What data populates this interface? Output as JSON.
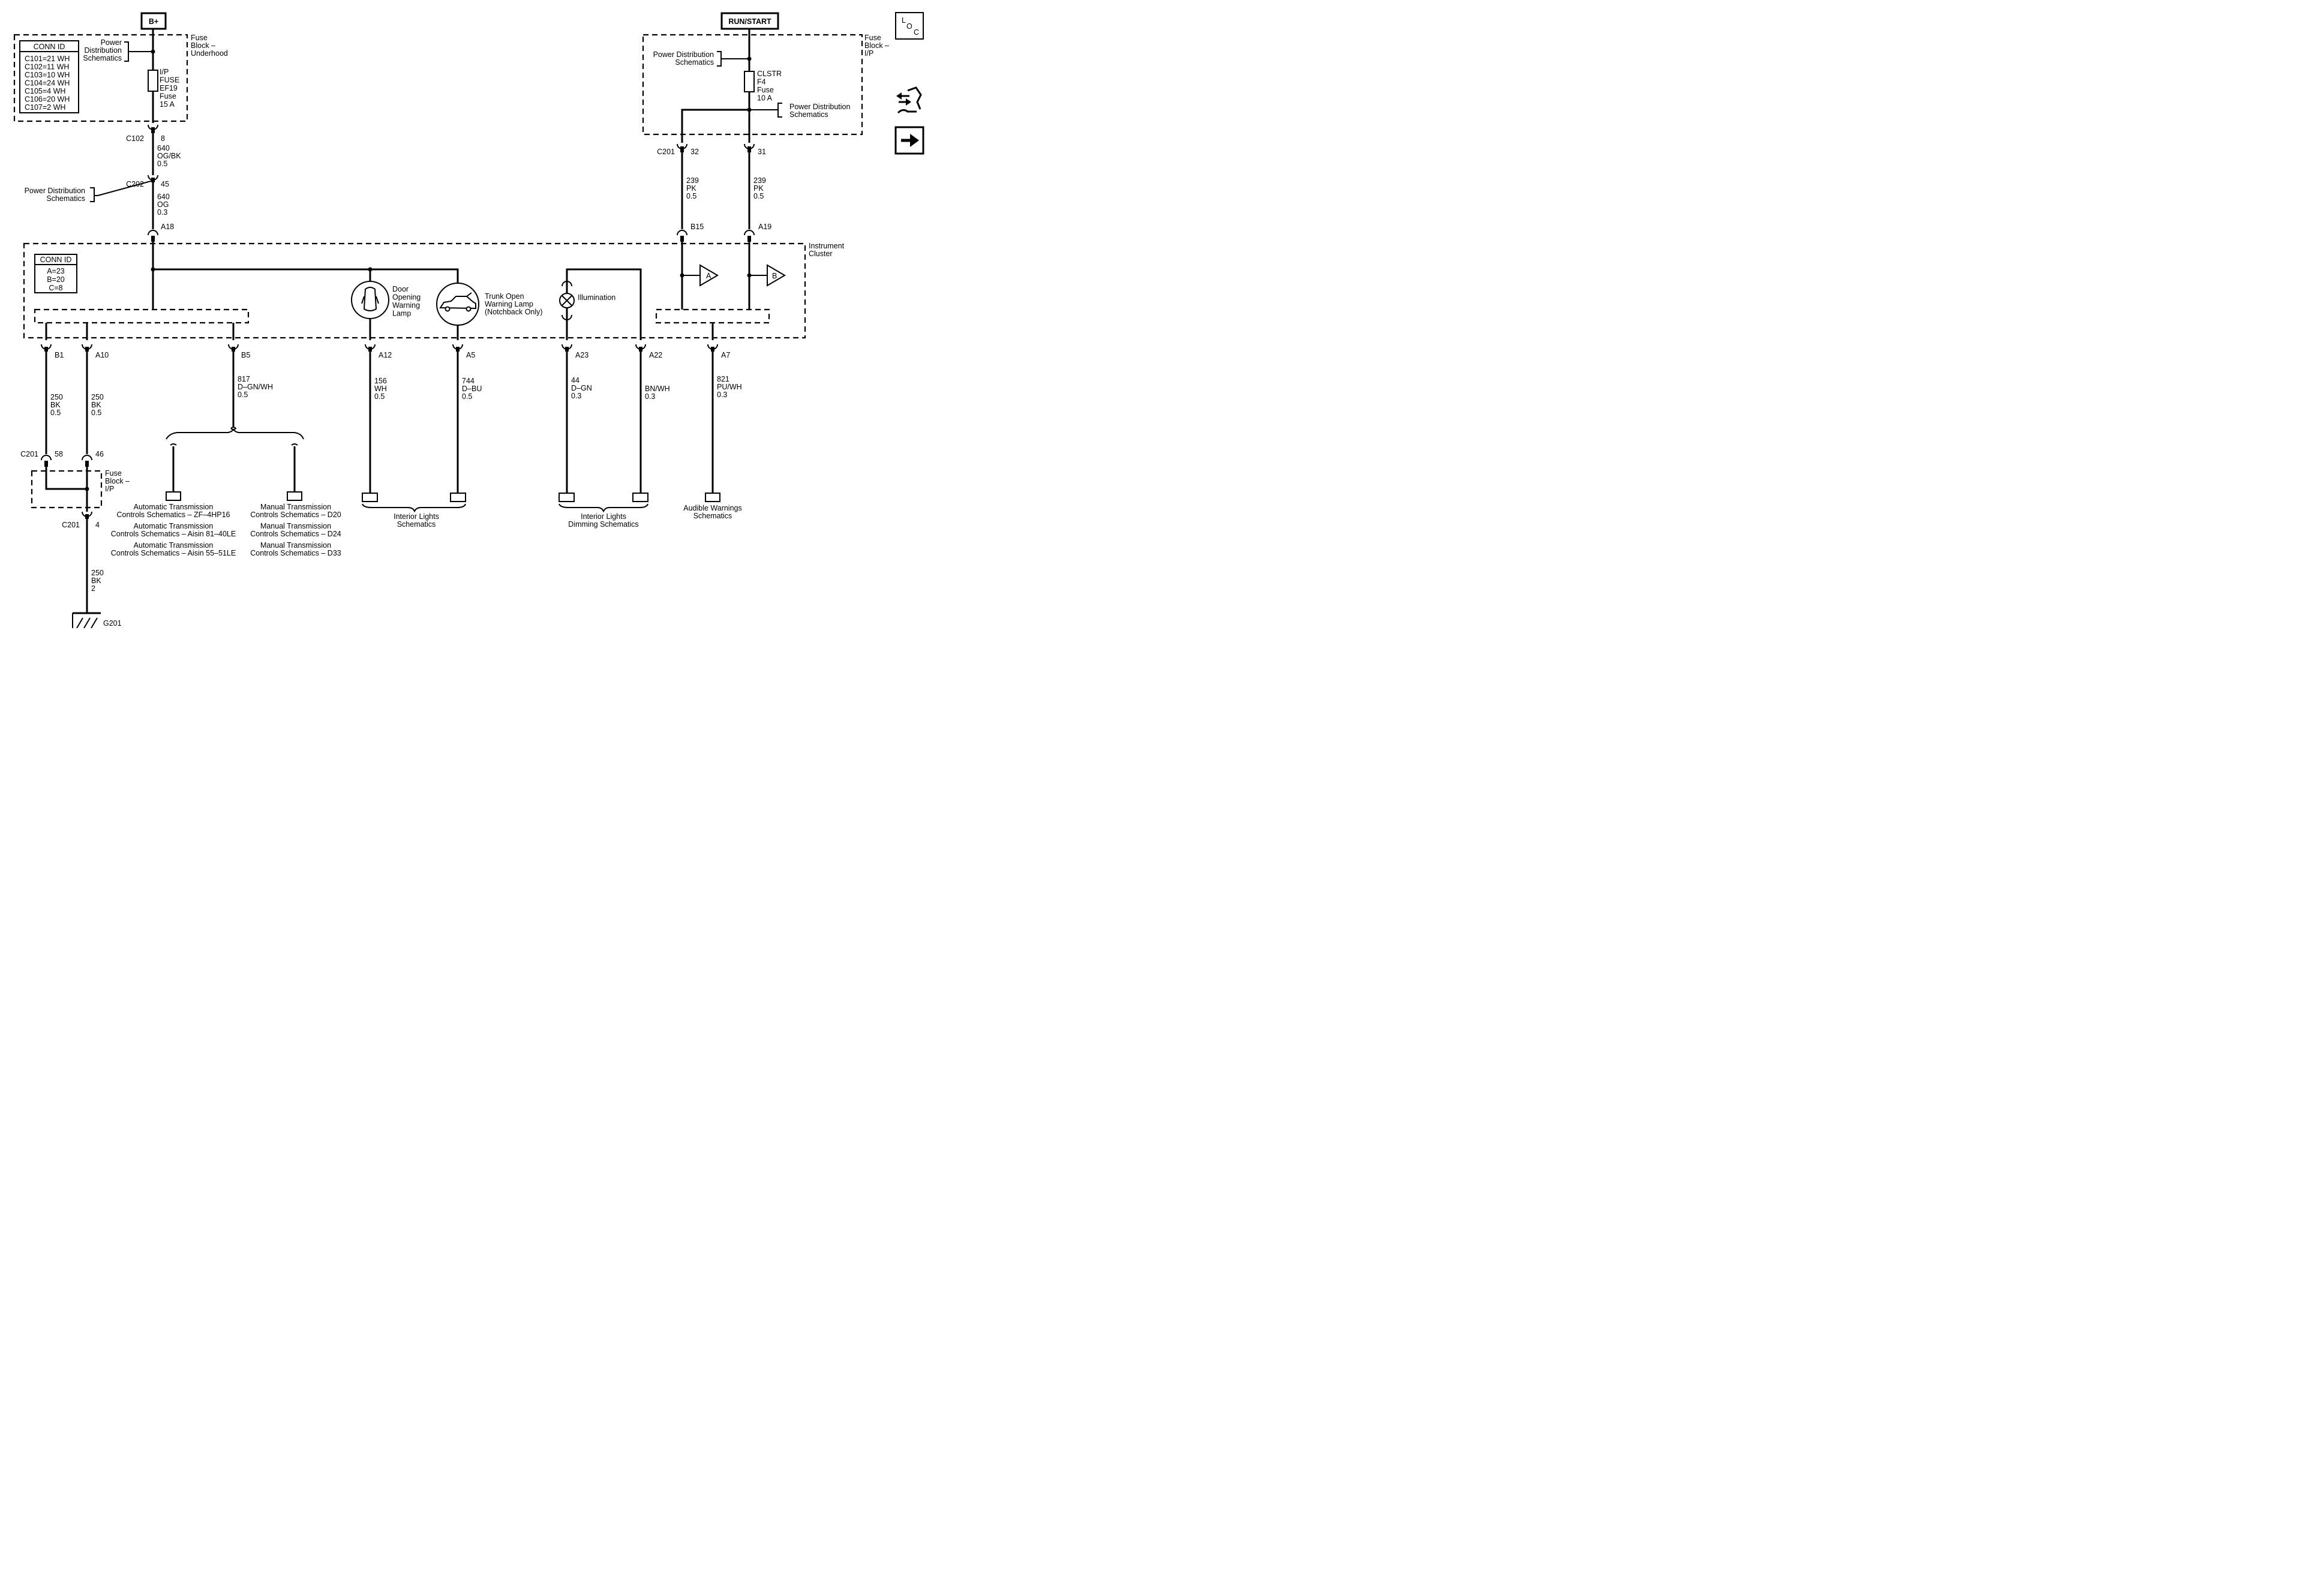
{
  "power": {
    "b_plus": "B+",
    "run_start": "RUN/START"
  },
  "conn_id_top": {
    "title": "CONN ID",
    "rows": [
      "C101=21 WH",
      "C102=11 WH",
      "C103=10 WH",
      "C104=24 WH",
      "C105=4 WH",
      "C106=20 WH",
      "C107=2 WH"
    ]
  },
  "conn_id_cluster": {
    "title": "CONN ID",
    "rows": [
      "A=23",
      "B=20",
      "C=8"
    ]
  },
  "fuse_block_underhood": [
    "Fuse",
    "Block –",
    "Underhood"
  ],
  "fuse_block_ip_top": [
    "Fuse",
    "Block –",
    "I/P"
  ],
  "fuse_block_ip_bottom": [
    "Fuse",
    "Block –",
    "I/P"
  ],
  "pds_left": [
    "Power",
    "Distribution",
    "Schematics"
  ],
  "pds_c202": [
    "Power Distribution",
    "Schematics"
  ],
  "pds_right_top": [
    "Power Distribution",
    "Schematics"
  ],
  "pds_right_bottom": [
    "Power Distribution",
    "Schematics"
  ],
  "fuse_ip": [
    "I/P",
    "FUSE",
    "EF19",
    "Fuse",
    "15 A"
  ],
  "fuse_clstr": [
    "CLSTR",
    "F4",
    "Fuse",
    "10 A"
  ],
  "connectors": {
    "c102": "C102",
    "c102_pin": "8",
    "c202": "C202",
    "c202_pin": "45",
    "a18": "A18",
    "c201_r": "C201",
    "c201_r_pin1": "32",
    "c201_r_pin2": "31",
    "b15": "B15",
    "a19": "A19",
    "b1": "B1",
    "a10": "A10",
    "b5": "B5",
    "a12": "A12",
    "a5": "A5",
    "a23": "A23",
    "a22": "A22",
    "a7": "A7",
    "c201_bl": "C201",
    "c201_bl_pin1": "58",
    "c201_bl_pin2": "46",
    "c201_bot": "C201",
    "c201_bot_pin": "4",
    "g201": "G201"
  },
  "wires": {
    "w640_1": [
      "640",
      "OG/BK",
      "0.5"
    ],
    "w640_2": [
      "640",
      "OG",
      "0.3"
    ],
    "w239_1": [
      "239",
      "PK",
      "0.5"
    ],
    "w239_2": [
      "239",
      "PK",
      "0.5"
    ],
    "w250_1": [
      "250",
      "BK",
      "0.5"
    ],
    "w250_2": [
      "250",
      "BK",
      "0.5"
    ],
    "w817": [
      "817",
      "D–GN/WH",
      "0.5"
    ],
    "w156": [
      "156",
      "WH",
      "0.5"
    ],
    "w744": [
      "744",
      "D–BU",
      "0.5"
    ],
    "w44": [
      "44",
      "D–GN",
      "0.3"
    ],
    "w_bnwh": [
      "BN/WH",
      "0.3"
    ],
    "w821": [
      "821",
      "PU/WH",
      "0.3"
    ],
    "w250_3": [
      "250",
      "BK",
      "2"
    ]
  },
  "instrument_cluster": [
    "Instrument",
    "Cluster"
  ],
  "door_lamp": [
    "Door",
    "Opening",
    "Warning",
    "Lamp"
  ],
  "trunk_lamp": [
    "Trunk Open",
    "Warning Lamp",
    "(Notchback Only)"
  ],
  "illumination": "Illumination",
  "ref_a": "A",
  "ref_b": "B",
  "auto_trans": [
    [
      "Automatic Transmission",
      "Controls Schematics – ZF–4HP16"
    ],
    [
      "Automatic Transmission",
      "Controls Schematics – Aisin 81–40LE"
    ],
    [
      "Automatic Transmission",
      "Controls Schematics – Aisin 55–51LE"
    ]
  ],
  "manual_trans": [
    [
      "Manual Transmission",
      "Controls Schematics – D20"
    ],
    [
      "Manual Transmission",
      "Controls Schematics – D24"
    ],
    [
      "Manual Transmission",
      "Controls Schematics – D33"
    ]
  ],
  "interior_lights": [
    "Interior Lights",
    "Schematics"
  ],
  "interior_dimming": [
    "Interior Lights",
    "Dimming Schematics"
  ],
  "audible": [
    "Audible Warnings",
    "Schematics"
  ],
  "side_icons": {
    "loc": [
      "L",
      "O",
      "C"
    ],
    "connector_icon": "connector-views-icon",
    "next_icon": "arrow-right-icon"
  }
}
